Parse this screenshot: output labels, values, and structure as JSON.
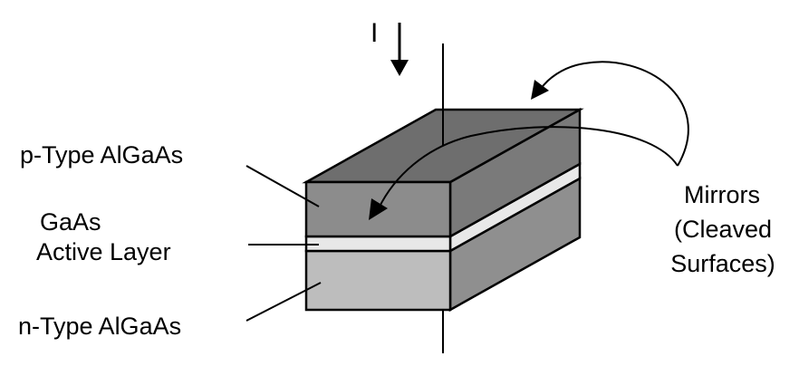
{
  "current_label": "I",
  "labels": {
    "p_type": "p-Type AlGaAs",
    "active_1": "GaAs",
    "active_2": "Active Layer",
    "n_type": "n-Type AlGaAs",
    "mirrors_1": "Mirrors",
    "mirrors_2": "(Cleaved",
    "mirrors_3": "Surfaces)"
  },
  "colors": {
    "p_type_front": "#8c8c8c",
    "top_face": "#6e6e6e",
    "side_dark": "#7a7a7a",
    "active_layer": "#e8e8e8",
    "n_type": "#bdbdbd",
    "outline": "#000000"
  }
}
